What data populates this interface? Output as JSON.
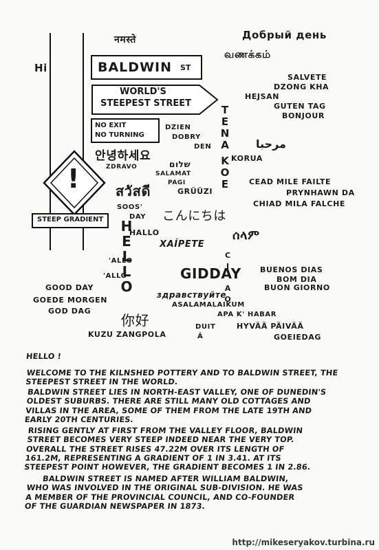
{
  "signs": {
    "baldwin": {
      "name": "BALDWIN",
      "suffix": "ST"
    },
    "steepest": {
      "line1": "WORLD'S",
      "line2": "STEEPEST STREET"
    },
    "no_exit": {
      "line1": "NO EXIT",
      "line2": "NO TURNING"
    },
    "gradient": "STEEP GRADIENT",
    "warning_symbol": "!"
  },
  "greetings": {
    "hi": "Hi",
    "hindi": "नमस्ते",
    "russian": "Добрый день",
    "tamil": "வணக்கம்",
    "salvete": "SALVETE",
    "dzong_kha": "DZONG KHA",
    "hejsan": "HEJSAN",
    "guten_tag": "GUTEN TAG",
    "bonjour": "BONJOUR",
    "dzien": "DZIEN",
    "dobry": "DOBRY",
    "den": "DEN",
    "tena_koe": [
      "T",
      "E",
      "N",
      "A",
      "K",
      "O",
      "E"
    ],
    "korua": "KORUA",
    "arabic": "مرحبا",
    "korean": "안녕하세요",
    "zdravo": "ZDRAVO",
    "hebrew": "שלום",
    "salamat": "SALAMAT",
    "pagi": "PAGI",
    "thai": "สวัสดี",
    "gruezi": "GRÜÜZI",
    "cead": "CEAD MILE FAILTE",
    "prynhawn": "PRYNHAWN DA",
    "chiad": "CHIAD MILA FALCHE",
    "soos": "SOOS'",
    "day": "DAY",
    "japanese": "こんにちは",
    "hallo": "HALLO",
    "hello_vertical": [
      "H",
      "E",
      "L",
      "L",
      "O"
    ],
    "xaipete": "XAÍPETE",
    "amharic": "ሰላም",
    "allo1": "'ALLO",
    "allo2": "'ALLO",
    "ciao": [
      "C",
      "I",
      "A",
      "O"
    ],
    "gidday": "GIDDAY",
    "buenos": "BUENOS DIAS",
    "bom": "BOM DIA",
    "buon": "BUON GIORNO",
    "good_day": "GOOD DAY",
    "goede": "GOEDE MORGEN",
    "god_dag": "GOD DAG",
    "zdrav": "здравствуйте",
    "asalam": "ASALAMALAIKUM",
    "apa": "APA K' HABAR",
    "chinese": "你好",
    "duit": "DUIT",
    "ia": "Á",
    "hyvaa": "HYVÄÄ PÄIVÄÄ",
    "goeiedag": "GOEIEDAG",
    "kuzu": "KUZU ZANGPOLA"
  },
  "text": {
    "hello": "HELLO !",
    "p1": [
      "WELCOME TO THE KILNSHED POTTERY AND TO BALDWIN STREET, THE",
      "STEEPEST STREET IN THE WORLD."
    ],
    "p2": [
      "BALDWIN STREET LIES IN NORTH-EAST VALLEY, ONE OF DUNEDIN'S",
      "OLDEST SUBURBS. THERE ARE STILL MANY OLD COTTAGES AND",
      "VILLAS IN THE AREA, SOME OF THEM FROM THE LATE 19TH AND",
      "EARLY 20TH CENTURIES."
    ],
    "p3": [
      "RISING GENTLY AT FIRST FROM THE VALLEY FLOOR, BALDWIN",
      "STREET BECOMES VERY STEEP INDEED NEAR THE VERY TOP.",
      "OVERALL THE STREET RISES 47.22M OVER ITS LENGTH OF",
      "161.2M, REPRESENTING A GRADIENT OF 1 IN 3.41. AT ITS",
      "STEEPEST POINT HOWEVER, THE GRADIENT BECOMES 1 IN 2.86."
    ],
    "p4": [
      "BALDWIN STREET IS NAMED AFTER WILLIAM BALDWIN,",
      "WHO WAS INVOLVED IN THE ORIGINAL SUB-DIVISION. HE WAS",
      "A MEMBER OF THE PROVINCIAL COUNCIL, AND CO-FOUNDER",
      "OF THE GUARDIAN NEWSPAPER IN 1873."
    ]
  },
  "watermark": "http://mikeseryakov.turbina.ru"
}
